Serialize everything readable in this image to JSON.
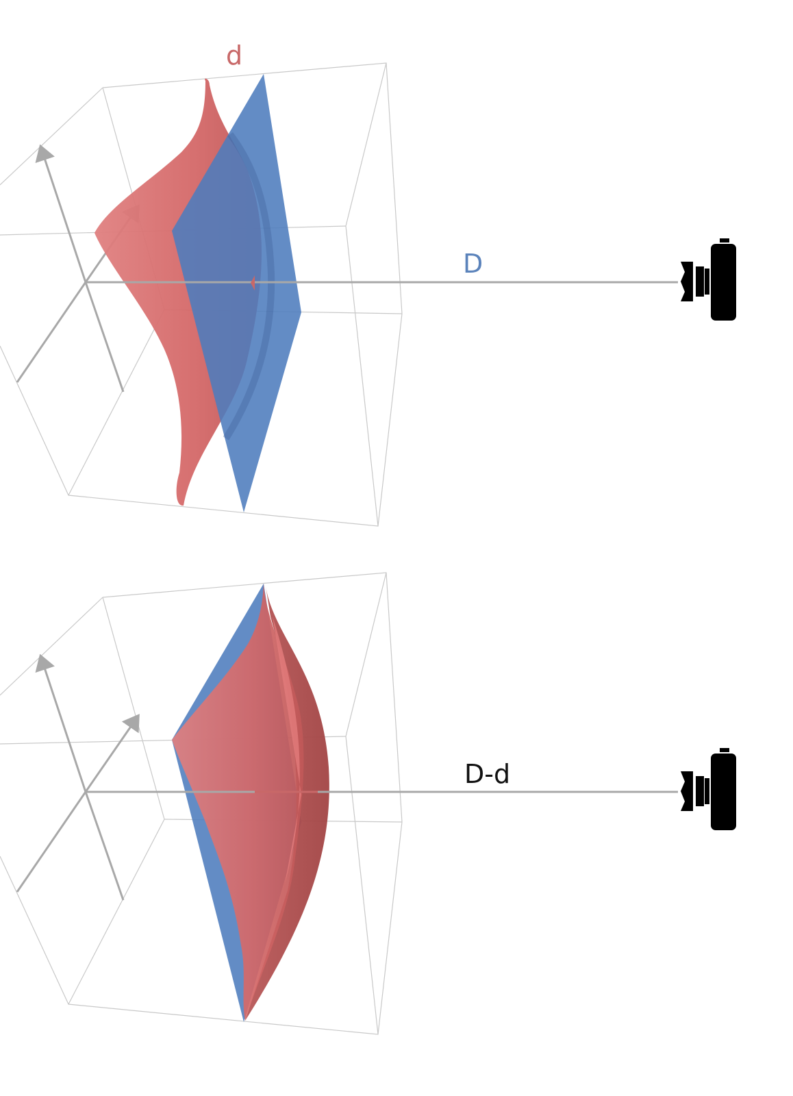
{
  "colors": {
    "depth_surface": "#dc6a6a",
    "depth_surface_dark": "#a94848",
    "plane": "#4d7cbd",
    "plane_label": "#5b83bb",
    "d_label": "#c86868",
    "dd_label": "#111111",
    "box_lines": "#c8c8c8",
    "axes": "#a8a8a8",
    "camera": "#000000"
  },
  "panels": [
    {
      "name": "depth-panel",
      "labels": {
        "surface": "d",
        "plane": "D"
      },
      "icon": "camera-icon"
    },
    {
      "name": "difference-panel",
      "labels": {
        "difference": "D-d"
      },
      "icon": "camera-icon"
    }
  ]
}
